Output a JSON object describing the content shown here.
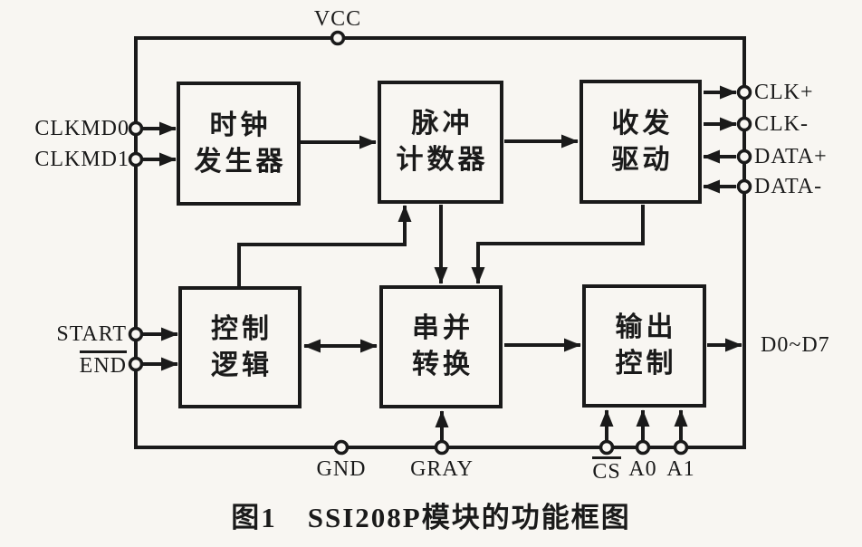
{
  "caption": {
    "figure_no": "图1",
    "title": "SSI208P模块的功能框图"
  },
  "blocks": {
    "clock_generator": {
      "line1": "时钟",
      "line2": "发生器"
    },
    "pulse_counter": {
      "line1": "脉冲",
      "line2": "计数器"
    },
    "transceiver_driver": {
      "line1": "收发",
      "line2": "驱动"
    },
    "control_logic": {
      "line1": "控制",
      "line2": "逻辑"
    },
    "serial_parallel_converter": {
      "line1": "串并",
      "line2": "转换"
    },
    "output_control": {
      "line1": "输出",
      "line2": "控制"
    }
  },
  "pins": {
    "vcc": "VCC",
    "gnd": "GND",
    "gray": "GRAY",
    "clkmd0": "CLKMD0",
    "clkmd1": "CLKMD1",
    "start": "START",
    "end": "END",
    "cs": "CS",
    "a0": "A0",
    "a1": "A1",
    "clk_plus": "CLK+",
    "clk_minus": "CLK-",
    "data_plus": "DATA+",
    "data_minus": "DATA-",
    "data_bus": "D0~D7"
  },
  "colors": {
    "ink": "#1a1a1a",
    "paper": "#f8f6f2"
  }
}
